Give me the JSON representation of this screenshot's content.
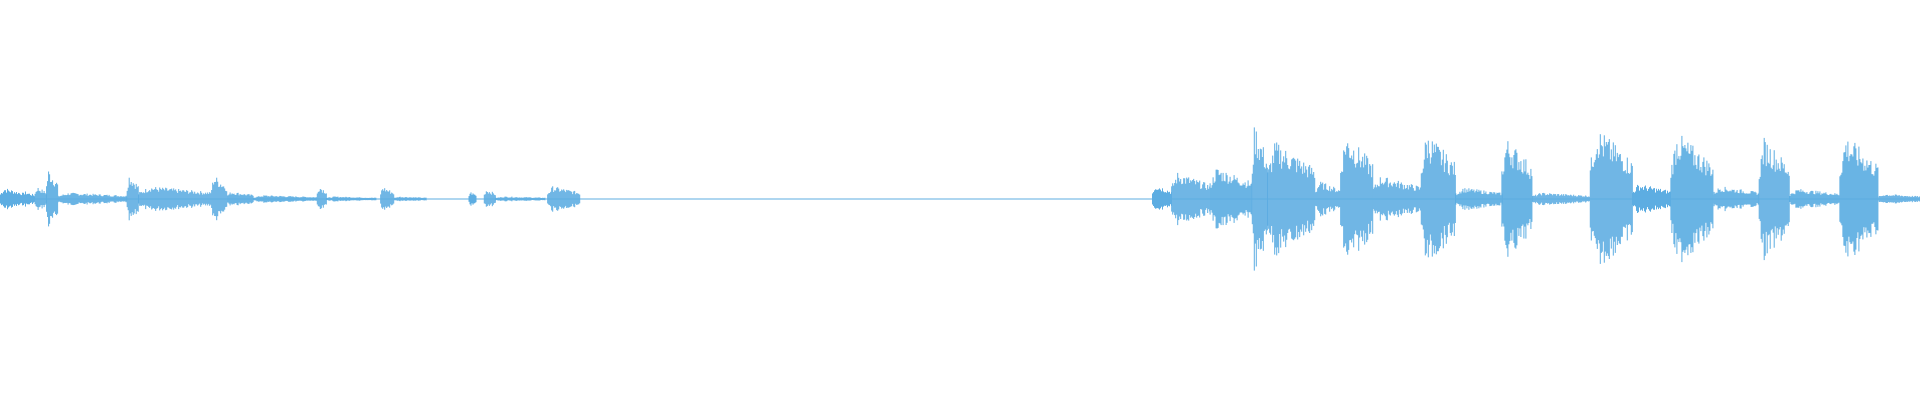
{
  "waveform": {
    "color": "#5DADE2",
    "background": "#ffffff",
    "segments": [
      {
        "start": 0.0,
        "end": 0.012,
        "amplitude": 0.09
      },
      {
        "start": 0.012,
        "end": 0.018,
        "amplitude": 0.06
      },
      {
        "start": 0.018,
        "end": 0.024,
        "amplitude": 0.1
      },
      {
        "start": 0.024,
        "end": 0.03,
        "amplitude": 0.24
      },
      {
        "start": 0.03,
        "end": 0.066,
        "amplitude": 0.05
      },
      {
        "start": 0.066,
        "end": 0.072,
        "amplitude": 0.2
      },
      {
        "start": 0.072,
        "end": 0.11,
        "amplitude": 0.1
      },
      {
        "start": 0.11,
        "end": 0.118,
        "amplitude": 0.19
      },
      {
        "start": 0.118,
        "end": 0.132,
        "amplitude": 0.06
      },
      {
        "start": 0.132,
        "end": 0.165,
        "amplitude": 0.03
      },
      {
        "start": 0.165,
        "end": 0.17,
        "amplitude": 0.11
      },
      {
        "start": 0.17,
        "end": 0.196,
        "amplitude": 0.02
      },
      {
        "start": 0.198,
        "end": 0.205,
        "amplitude": 0.1
      },
      {
        "start": 0.205,
        "end": 0.222,
        "amplitude": 0.02
      },
      {
        "start": 0.244,
        "end": 0.248,
        "amplitude": 0.06
      },
      {
        "start": 0.252,
        "end": 0.258,
        "amplitude": 0.08
      },
      {
        "start": 0.258,
        "end": 0.284,
        "amplitude": 0.02
      },
      {
        "start": 0.285,
        "end": 0.302,
        "amplitude": 0.1
      },
      {
        "start": 0.6,
        "end": 0.61,
        "amplitude": 0.12
      },
      {
        "start": 0.61,
        "end": 0.63,
        "amplitude": 0.21
      },
      {
        "start": 0.63,
        "end": 0.652,
        "amplitude": 0.25
      },
      {
        "start": 0.652,
        "end": 0.66,
        "amplitude": 0.6
      },
      {
        "start": 0.66,
        "end": 0.685,
        "amplitude": 0.45
      },
      {
        "start": 0.685,
        "end": 0.698,
        "amplitude": 0.14
      },
      {
        "start": 0.698,
        "end": 0.715,
        "amplitude": 0.52
      },
      {
        "start": 0.715,
        "end": 0.74,
        "amplitude": 0.18
      },
      {
        "start": 0.74,
        "end": 0.758,
        "amplitude": 0.52
      },
      {
        "start": 0.758,
        "end": 0.782,
        "amplitude": 0.09
      },
      {
        "start": 0.782,
        "end": 0.798,
        "amplitude": 0.48
      },
      {
        "start": 0.798,
        "end": 0.828,
        "amplitude": 0.05
      },
      {
        "start": 0.828,
        "end": 0.85,
        "amplitude": 0.56
      },
      {
        "start": 0.85,
        "end": 0.87,
        "amplitude": 0.12
      },
      {
        "start": 0.87,
        "end": 0.892,
        "amplitude": 0.52
      },
      {
        "start": 0.892,
        "end": 0.916,
        "amplitude": 0.1
      },
      {
        "start": 0.916,
        "end": 0.932,
        "amplitude": 0.48
      },
      {
        "start": 0.932,
        "end": 0.958,
        "amplitude": 0.08
      },
      {
        "start": 0.958,
        "end": 0.978,
        "amplitude": 0.5
      },
      {
        "start": 0.978,
        "end": 1.0,
        "amplitude": 0.04
      }
    ]
  }
}
